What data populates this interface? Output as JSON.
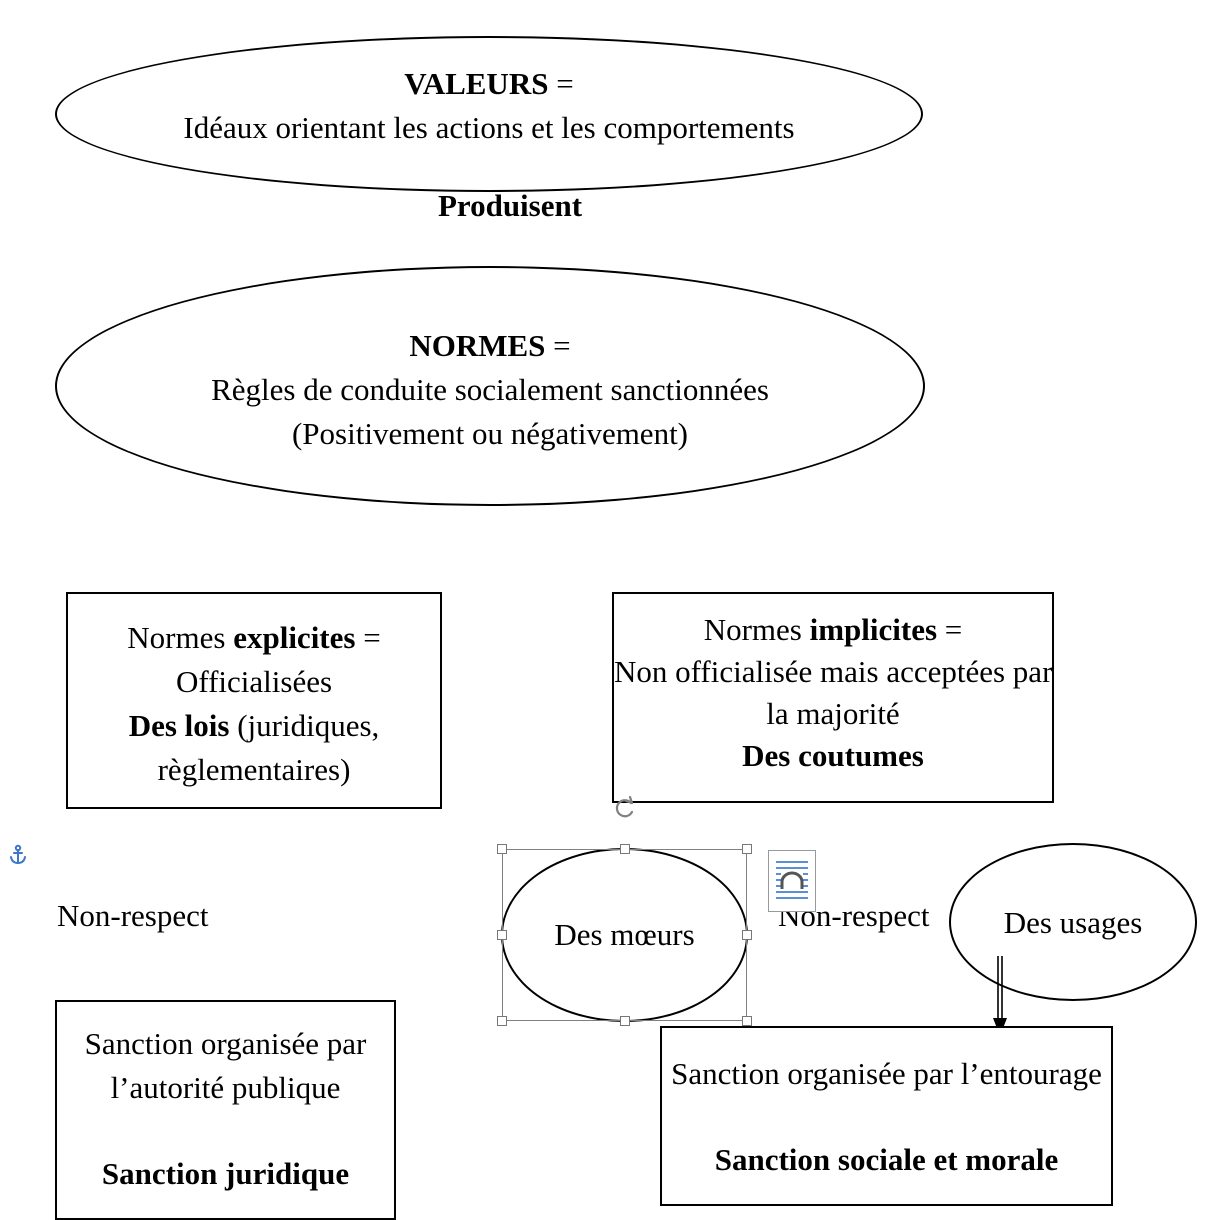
{
  "valeurs": {
    "title": "VALEURS",
    "eq": " =",
    "desc": "Idéaux orientant les actions et les comportements"
  },
  "produisent": "Produisent",
  "normes": {
    "title": "NORMES",
    "eq": " =",
    "line1": "Règles de conduite socialement sanctionnées",
    "line2": "(Positivement ou négativement)"
  },
  "explicites": {
    "prefix": "Normes ",
    "bold": "explicites",
    "suffix": " =",
    "line2": "Officialisées",
    "line3_bold": "Des lois",
    "line3_rest": " (juridiques,",
    "line4": "règlementaires)"
  },
  "implicites": {
    "prefix": "Normes ",
    "bold": "implicites",
    "suffix": " =",
    "line2": "Non officialisée mais acceptées par",
    "line3": "la majorité",
    "line4_bold": "Des coutumes"
  },
  "non_respect_left": "Non-respect",
  "non_respect_right": "Non-respect",
  "moeurs": "Des mœurs",
  "usages": "Des usages",
  "sanction_publique": {
    "line1": "Sanction organisée par",
    "line2": "l’autorité publique",
    "bold": "Sanction juridique"
  },
  "sanction_entourage": {
    "line1": "Sanction organisée par l’entourage",
    "bold": "Sanction sociale et morale"
  },
  "icons": [
    "anchor-icon",
    "rotate-handle-icon",
    "layout-options-icon"
  ],
  "colors": {
    "stroke": "#000000",
    "anchor": "#3c78c8",
    "selection": "#808080"
  }
}
